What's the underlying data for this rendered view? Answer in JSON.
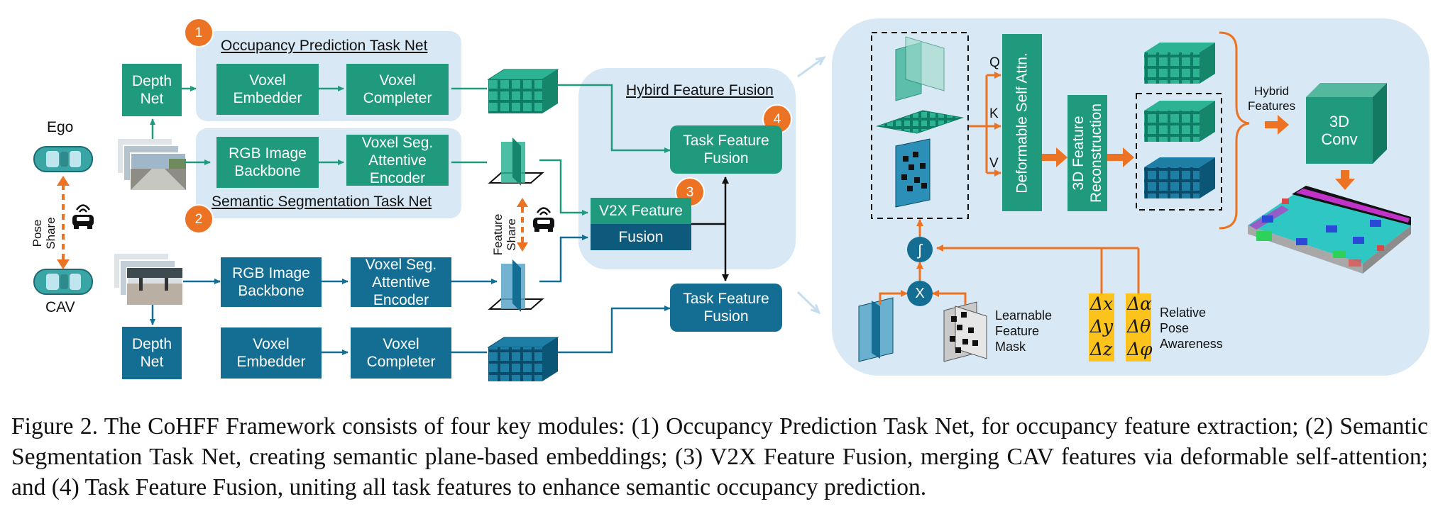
{
  "colors": {
    "green": "#1f9a7c",
    "blue": "#146e94",
    "dark_blue": "#0d5a7c",
    "panel_bg": "#d8e8f4",
    "orange": "#ec7324",
    "yellow": "#fcc31d"
  },
  "labels": {
    "occupancy_net": "Occupancy Prediction Task Net",
    "semantic_net": "Semantic Segmentation Task Net",
    "hybrid_fusion": "Hybird Feature Fusion",
    "ego": "Ego",
    "cav": "CAV",
    "pose_share": "Pose\nShare",
    "feature_share": "Feature\nShare",
    "hybrid_features": "Hybrid\nFeatures",
    "learnable_mask": "Learnable\nFeature\nMask",
    "relative_pose": "Relative\nPose\nAwareness"
  },
  "badges": [
    "1",
    "2",
    "3",
    "4"
  ],
  "boxes": {
    "depth_net_ego": "Depth\nNet",
    "voxel_embedder_ego": "Voxel\nEmbedder",
    "voxel_completer_ego": "Voxel\nCompleter",
    "rgb_backbone_ego": "RGB Image\nBackbone",
    "voxel_seg_encoder_ego": "Voxel Seg.\nAttentive\nEncoder",
    "task_fusion_top": "Task Feature\nFusion",
    "v2x_fusion_top": "V2X Feature",
    "v2x_fusion_bottom": "Fusion",
    "rgb_backbone_cav": "RGB Image\nBackbone",
    "voxel_seg_encoder_cav": "Voxel Seg.\nAttentive\nEncoder",
    "task_fusion_bottom": "Task Feature\nFusion",
    "depth_net_cav": "Depth\nNet",
    "voxel_embedder_cav": "Voxel\nEmbedder",
    "voxel_completer_cav": "Voxel\nCompleter",
    "deform_attn": "Deformable Self Attn.",
    "feat_recon": "3D Feature\nReconstruction",
    "conv3d": "3D\nConv"
  },
  "qkv": [
    "Q",
    "K",
    "V"
  ],
  "symbols": {
    "multiply": "X",
    "sigmoid": "∫"
  },
  "deltas": [
    "Δx",
    "Δy",
    "Δz",
    "Δα",
    "Δθ",
    "Δφ"
  ],
  "caption": "Figure 2. The CoHFF Framework consists of four key modules: (1) Occupancy Prediction Task Net, for occupancy feature extraction; (2) Semantic Segmentation Task Net, creating semantic plane-based embeddings; (3) V2X Feature Fusion, merging CAV features via deformable self-attention; and (4) Task Feature Fusion, uniting all task features to enhance semantic occupancy prediction."
}
